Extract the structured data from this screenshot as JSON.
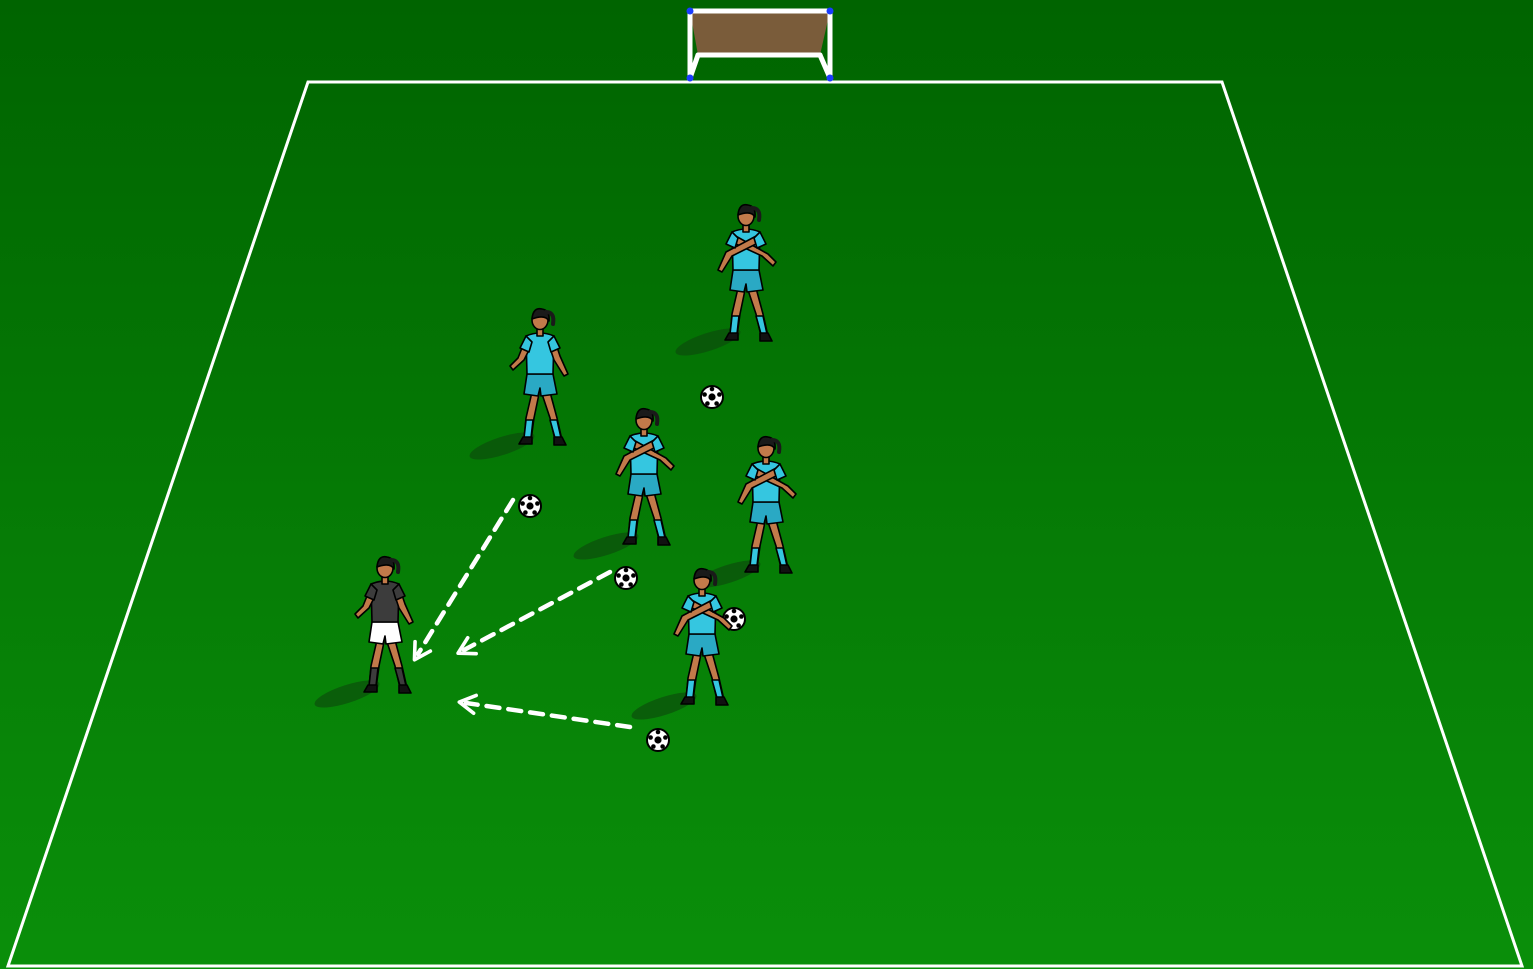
{
  "diagram": {
    "type": "soccer-drill",
    "colors": {
      "pitch_top": "#006400",
      "pitch_bottom": "#0a8f0a",
      "lines": "#ffffff",
      "goal_net": "#7a5c3a",
      "goal_posts": "#ffffff",
      "goal_corners": "#1a3cff",
      "attacker_kit": "#35c6e0",
      "attacker_shorts": "#2aa9c4",
      "defender_shirt": "#3c3c3c",
      "defender_shorts": "#ffffff",
      "skin": "#c27a4a",
      "hair": "#1a1a1a",
      "shadow": "#0c4a0c",
      "ball": "#ffffff",
      "arrow": "#ffffff"
    },
    "pitch": {
      "shape": "trapezoid",
      "lines": "white",
      "visible_text": ""
    },
    "goal": {
      "count": 1,
      "location": "top-center"
    },
    "players": [
      {
        "team": "attacker",
        "kit": "light-blue",
        "has_ball": true,
        "ball_icon": "soccer-ball-icon"
      },
      {
        "team": "attacker",
        "kit": "light-blue",
        "has_ball": true,
        "ball_icon": "soccer-ball-icon"
      },
      {
        "team": "attacker",
        "kit": "light-blue",
        "has_ball": true,
        "ball_icon": "soccer-ball-icon"
      },
      {
        "team": "attacker",
        "kit": "light-blue",
        "has_ball": true,
        "ball_icon": "soccer-ball-icon"
      },
      {
        "team": "attacker",
        "kit": "light-blue",
        "has_ball": true,
        "ball_icon": "soccer-ball-icon"
      },
      {
        "team": "defender",
        "kit": "dark-grey",
        "has_ball": false
      }
    ],
    "passes": [
      {
        "from_player": 1,
        "to_player": 5,
        "style": "dashed-arrow"
      },
      {
        "from_player": 2,
        "to_player": 5,
        "style": "dashed-arrow"
      },
      {
        "from_player": 4,
        "to_player": 5,
        "style": "dashed-arrow"
      }
    ]
  }
}
